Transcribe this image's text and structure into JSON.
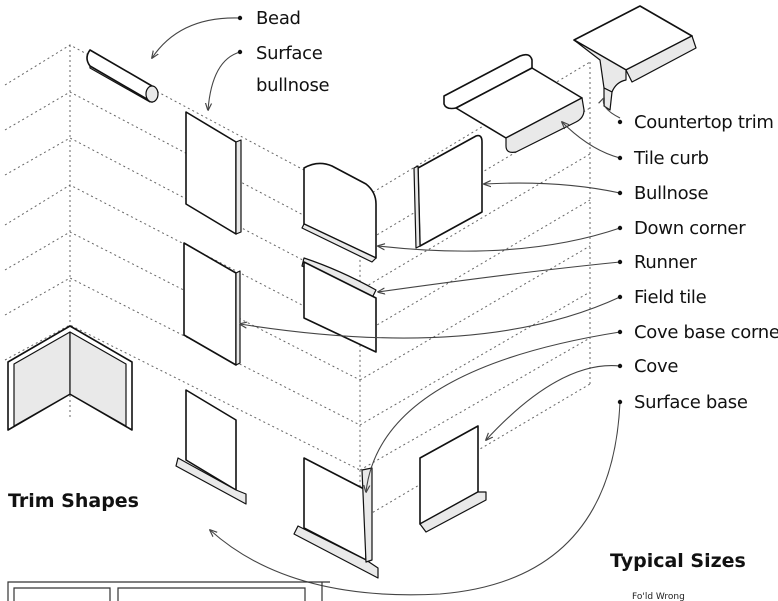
{
  "callouts": [
    {
      "id": "bead",
      "label": "Bead"
    },
    {
      "id": "surface-bullnose",
      "label": "Surface",
      "label_line2": "bullnose"
    },
    {
      "id": "countertop-trim",
      "label": "Countertop trim"
    },
    {
      "id": "tile-curb",
      "label": "Tile curb"
    },
    {
      "id": "bullnose",
      "label": "Bullnose"
    },
    {
      "id": "down-corner",
      "label": "Down corner"
    },
    {
      "id": "runner",
      "label": "Runner"
    },
    {
      "id": "field-tile",
      "label": "Field tile"
    },
    {
      "id": "cove-base-corner",
      "label": "Cove base corner"
    },
    {
      "id": "cove",
      "label": "Cove"
    },
    {
      "id": "surface-base",
      "label": "Surface base"
    }
  ],
  "headings": {
    "trim_shapes": "Trim Shapes",
    "typical_sizes": "Typical Sizes"
  },
  "fragment_text": "Fo'ld Wrong"
}
